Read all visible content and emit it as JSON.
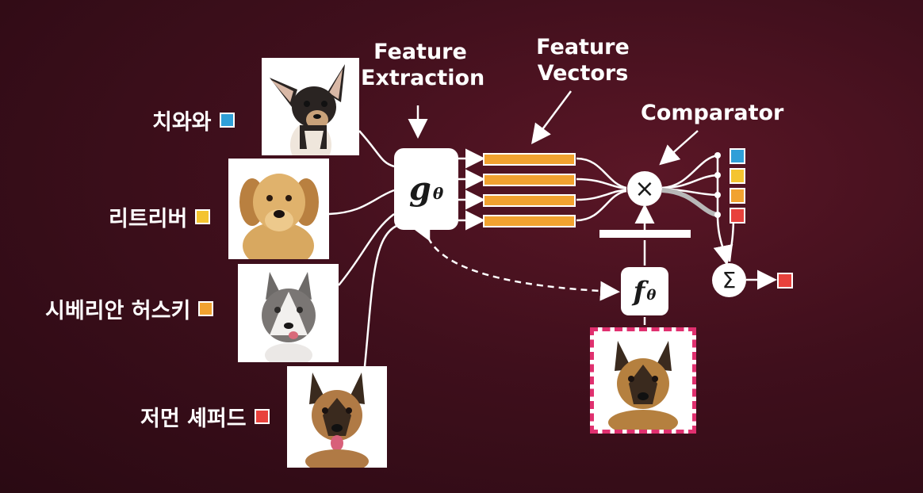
{
  "classes": [
    {
      "label": "치와와",
      "color": "#2f9fd8"
    },
    {
      "label": "리트리버",
      "color": "#f4c430"
    },
    {
      "label": "시베리안 허스키",
      "color": "#f1a230"
    },
    {
      "label": "저먼 셰퍼드",
      "color": "#e8413c"
    }
  ],
  "headings": {
    "feature_extraction": "Feature\nExtraction",
    "feature_vectors": "Feature\nVectors",
    "comparator": "Comparator"
  },
  "functions": {
    "g": {
      "symbol": "g",
      "sub": "θ"
    },
    "f": {
      "symbol": "f",
      "sub": "θ"
    }
  },
  "operators": {
    "multiply": "×",
    "sum": "Σ"
  },
  "output_color": "#e8413c",
  "query_border_color": "#e0306f",
  "bar_color": "#f1a230"
}
